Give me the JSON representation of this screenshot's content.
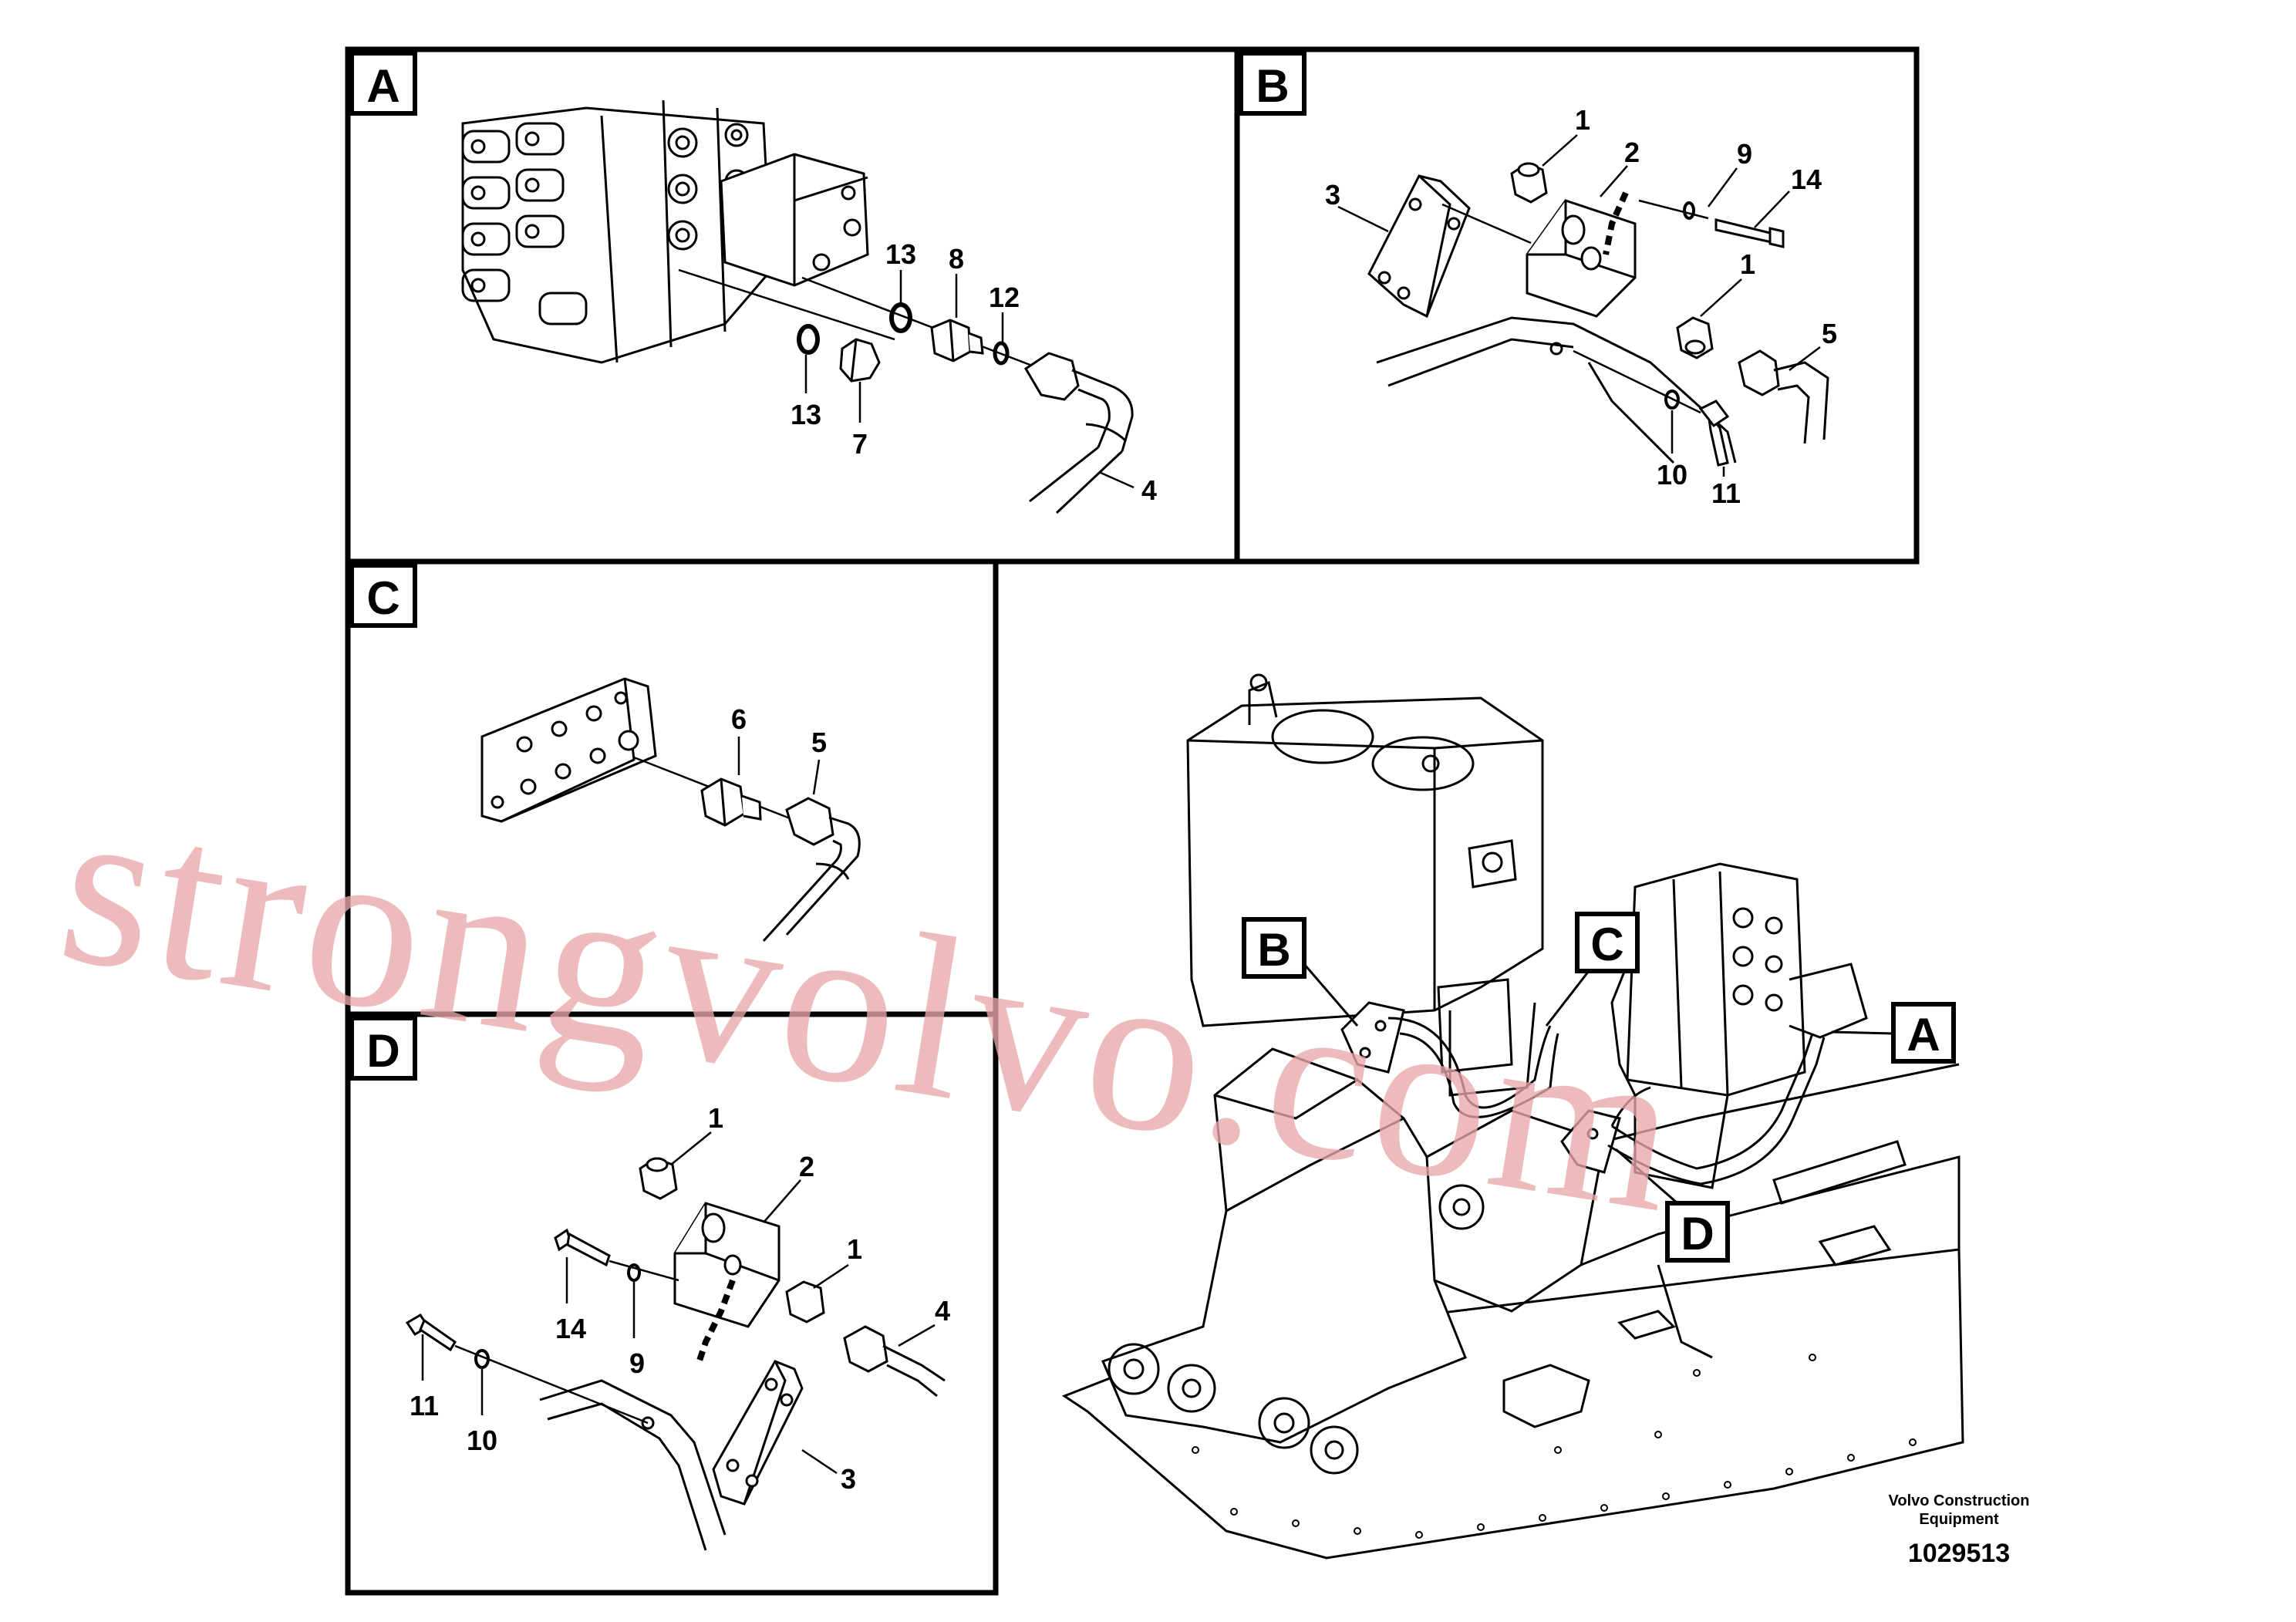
{
  "panels": {
    "A": {
      "tag": "A",
      "callouts": {
        "c13a": "13",
        "c8": "8",
        "c12": "12",
        "c13b": "13",
        "c7": "7",
        "c4": "4"
      }
    },
    "B": {
      "tag": "B",
      "callouts": {
        "c1a": "1",
        "c2": "2",
        "c9": "9",
        "c14": "14",
        "c3": "3",
        "c1b": "1",
        "c5": "5",
        "c10": "10",
        "c11": "11"
      }
    },
    "C": {
      "tag": "C",
      "callouts": {
        "c6": "6",
        "c5": "5"
      }
    },
    "D": {
      "tag": "D",
      "callouts": {
        "c1a": "1",
        "c2": "2",
        "c14": "14",
        "c9": "9",
        "c1b": "1",
        "c4": "4",
        "c11": "11",
        "c10": "10",
        "c3": "3"
      }
    }
  },
  "overview": {
    "tag_a": "A",
    "tag_b": "B",
    "tag_c": "C",
    "tag_d": "D"
  },
  "footer": {
    "company_line1": "Volvo Construction",
    "company_line2": "Equipment",
    "drawing_number": "1029513"
  },
  "watermark": "strongvolvo.com"
}
